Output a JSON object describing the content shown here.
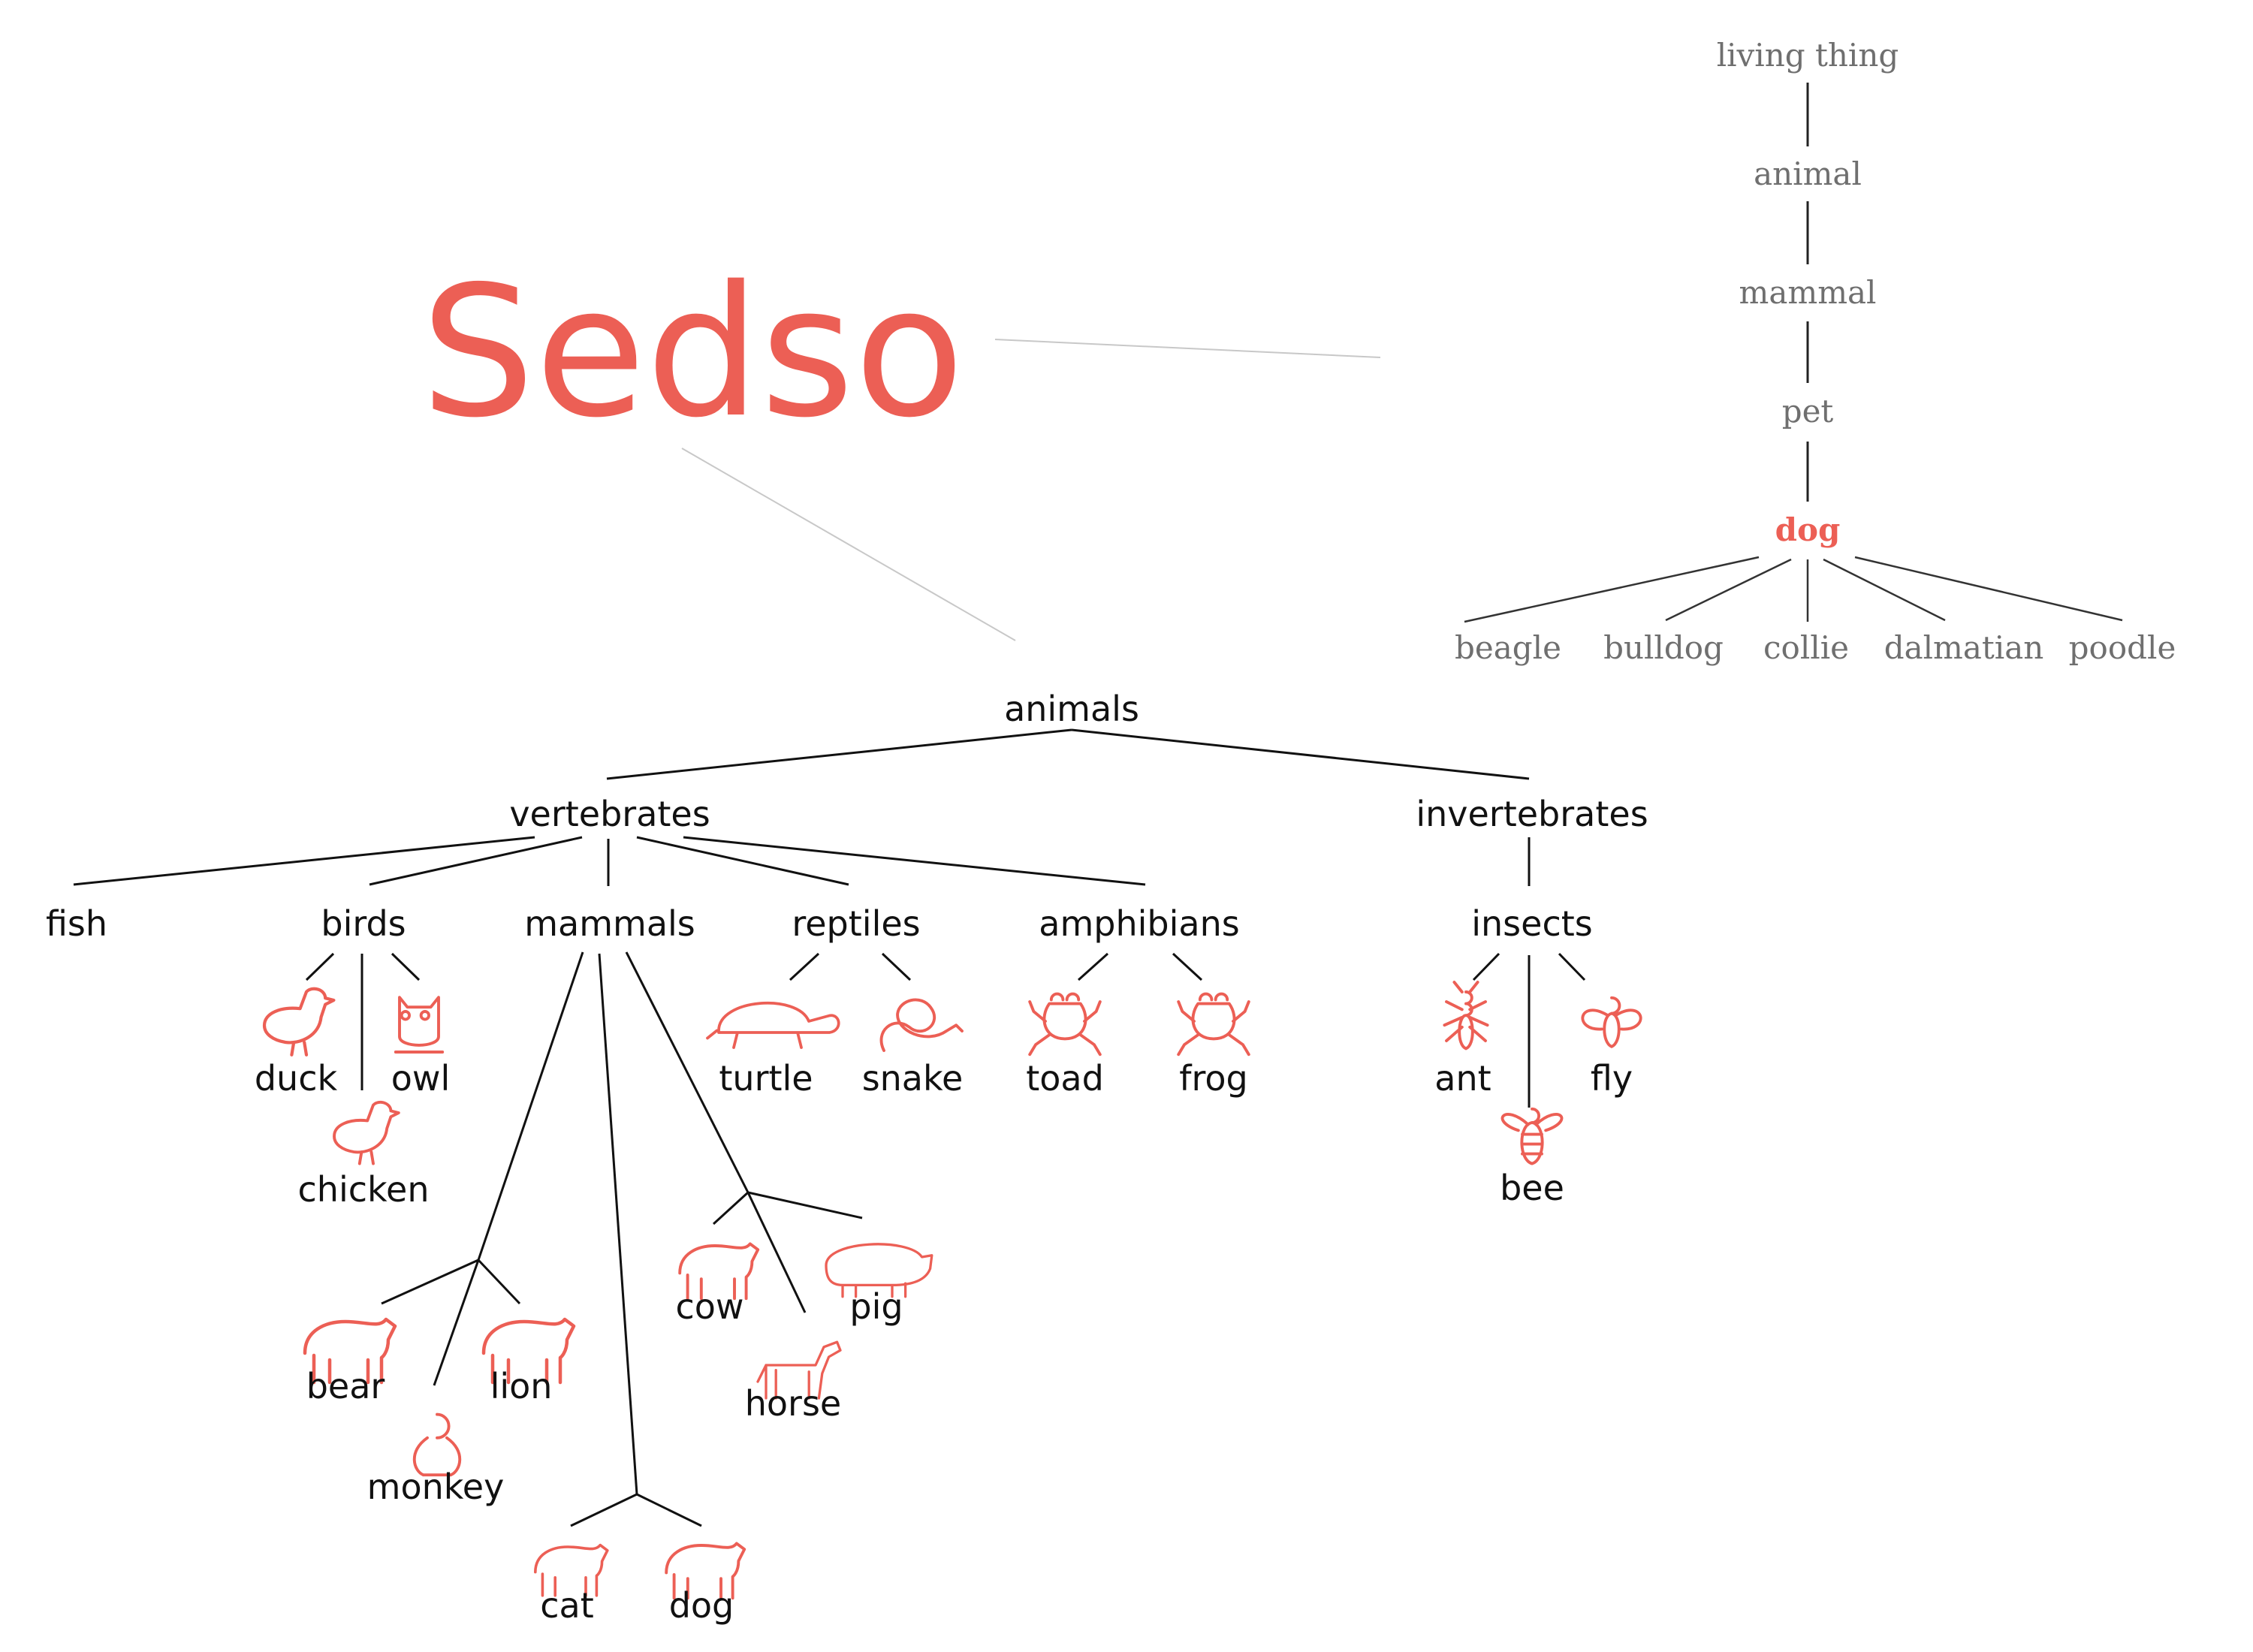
{
  "colors": {
    "accent": "#ec5f55",
    "ink": "#111111",
    "muted": "#6f6f6f",
    "pointer": "#c8c8c8"
  },
  "brand": {
    "title": "Sedso"
  },
  "hierarchy": {
    "living_thing": "living thing",
    "animal": "animal",
    "mammal": "mammal",
    "pet": "pet",
    "dog": "dog",
    "breeds": [
      "beagle",
      "bulldog",
      "collie",
      "dalmatian",
      "poodle"
    ]
  },
  "tree": {
    "root": "animals",
    "vertebrates": "vertebrates",
    "invertebrates": "invertebrates",
    "groups": {
      "fish": "fish",
      "birds": "birds",
      "mammals": "mammals",
      "reptiles": "reptiles",
      "amphibians": "amphibians",
      "insects": "insects"
    },
    "animals": {
      "duck": "duck",
      "owl": "owl",
      "chicken": "chicken",
      "turtle": "turtle",
      "snake": "snake",
      "toad": "toad",
      "frog": "frog",
      "ant": "ant",
      "fly": "fly",
      "bee": "bee",
      "bear": "bear",
      "lion": "lion",
      "monkey": "monkey",
      "cow": "cow",
      "pig": "pig",
      "horse": "horse",
      "cat": "cat",
      "dog": "dog"
    },
    "icons": {
      "duck": "duck-icon",
      "owl": "owl-icon",
      "chicken": "chicken-icon",
      "turtle": "turtle-icon",
      "snake": "snake-icon",
      "toad": "toad-icon",
      "frog": "frog-icon",
      "ant": "ant-icon",
      "fly": "fly-icon",
      "bee": "bee-icon",
      "bear": "bear-icon",
      "lion": "lion-icon",
      "monkey": "monkey-icon",
      "cow": "cow-icon",
      "pig": "pig-icon",
      "horse": "horse-icon",
      "cat": "cat-icon",
      "dog": "dog-icon"
    }
  }
}
